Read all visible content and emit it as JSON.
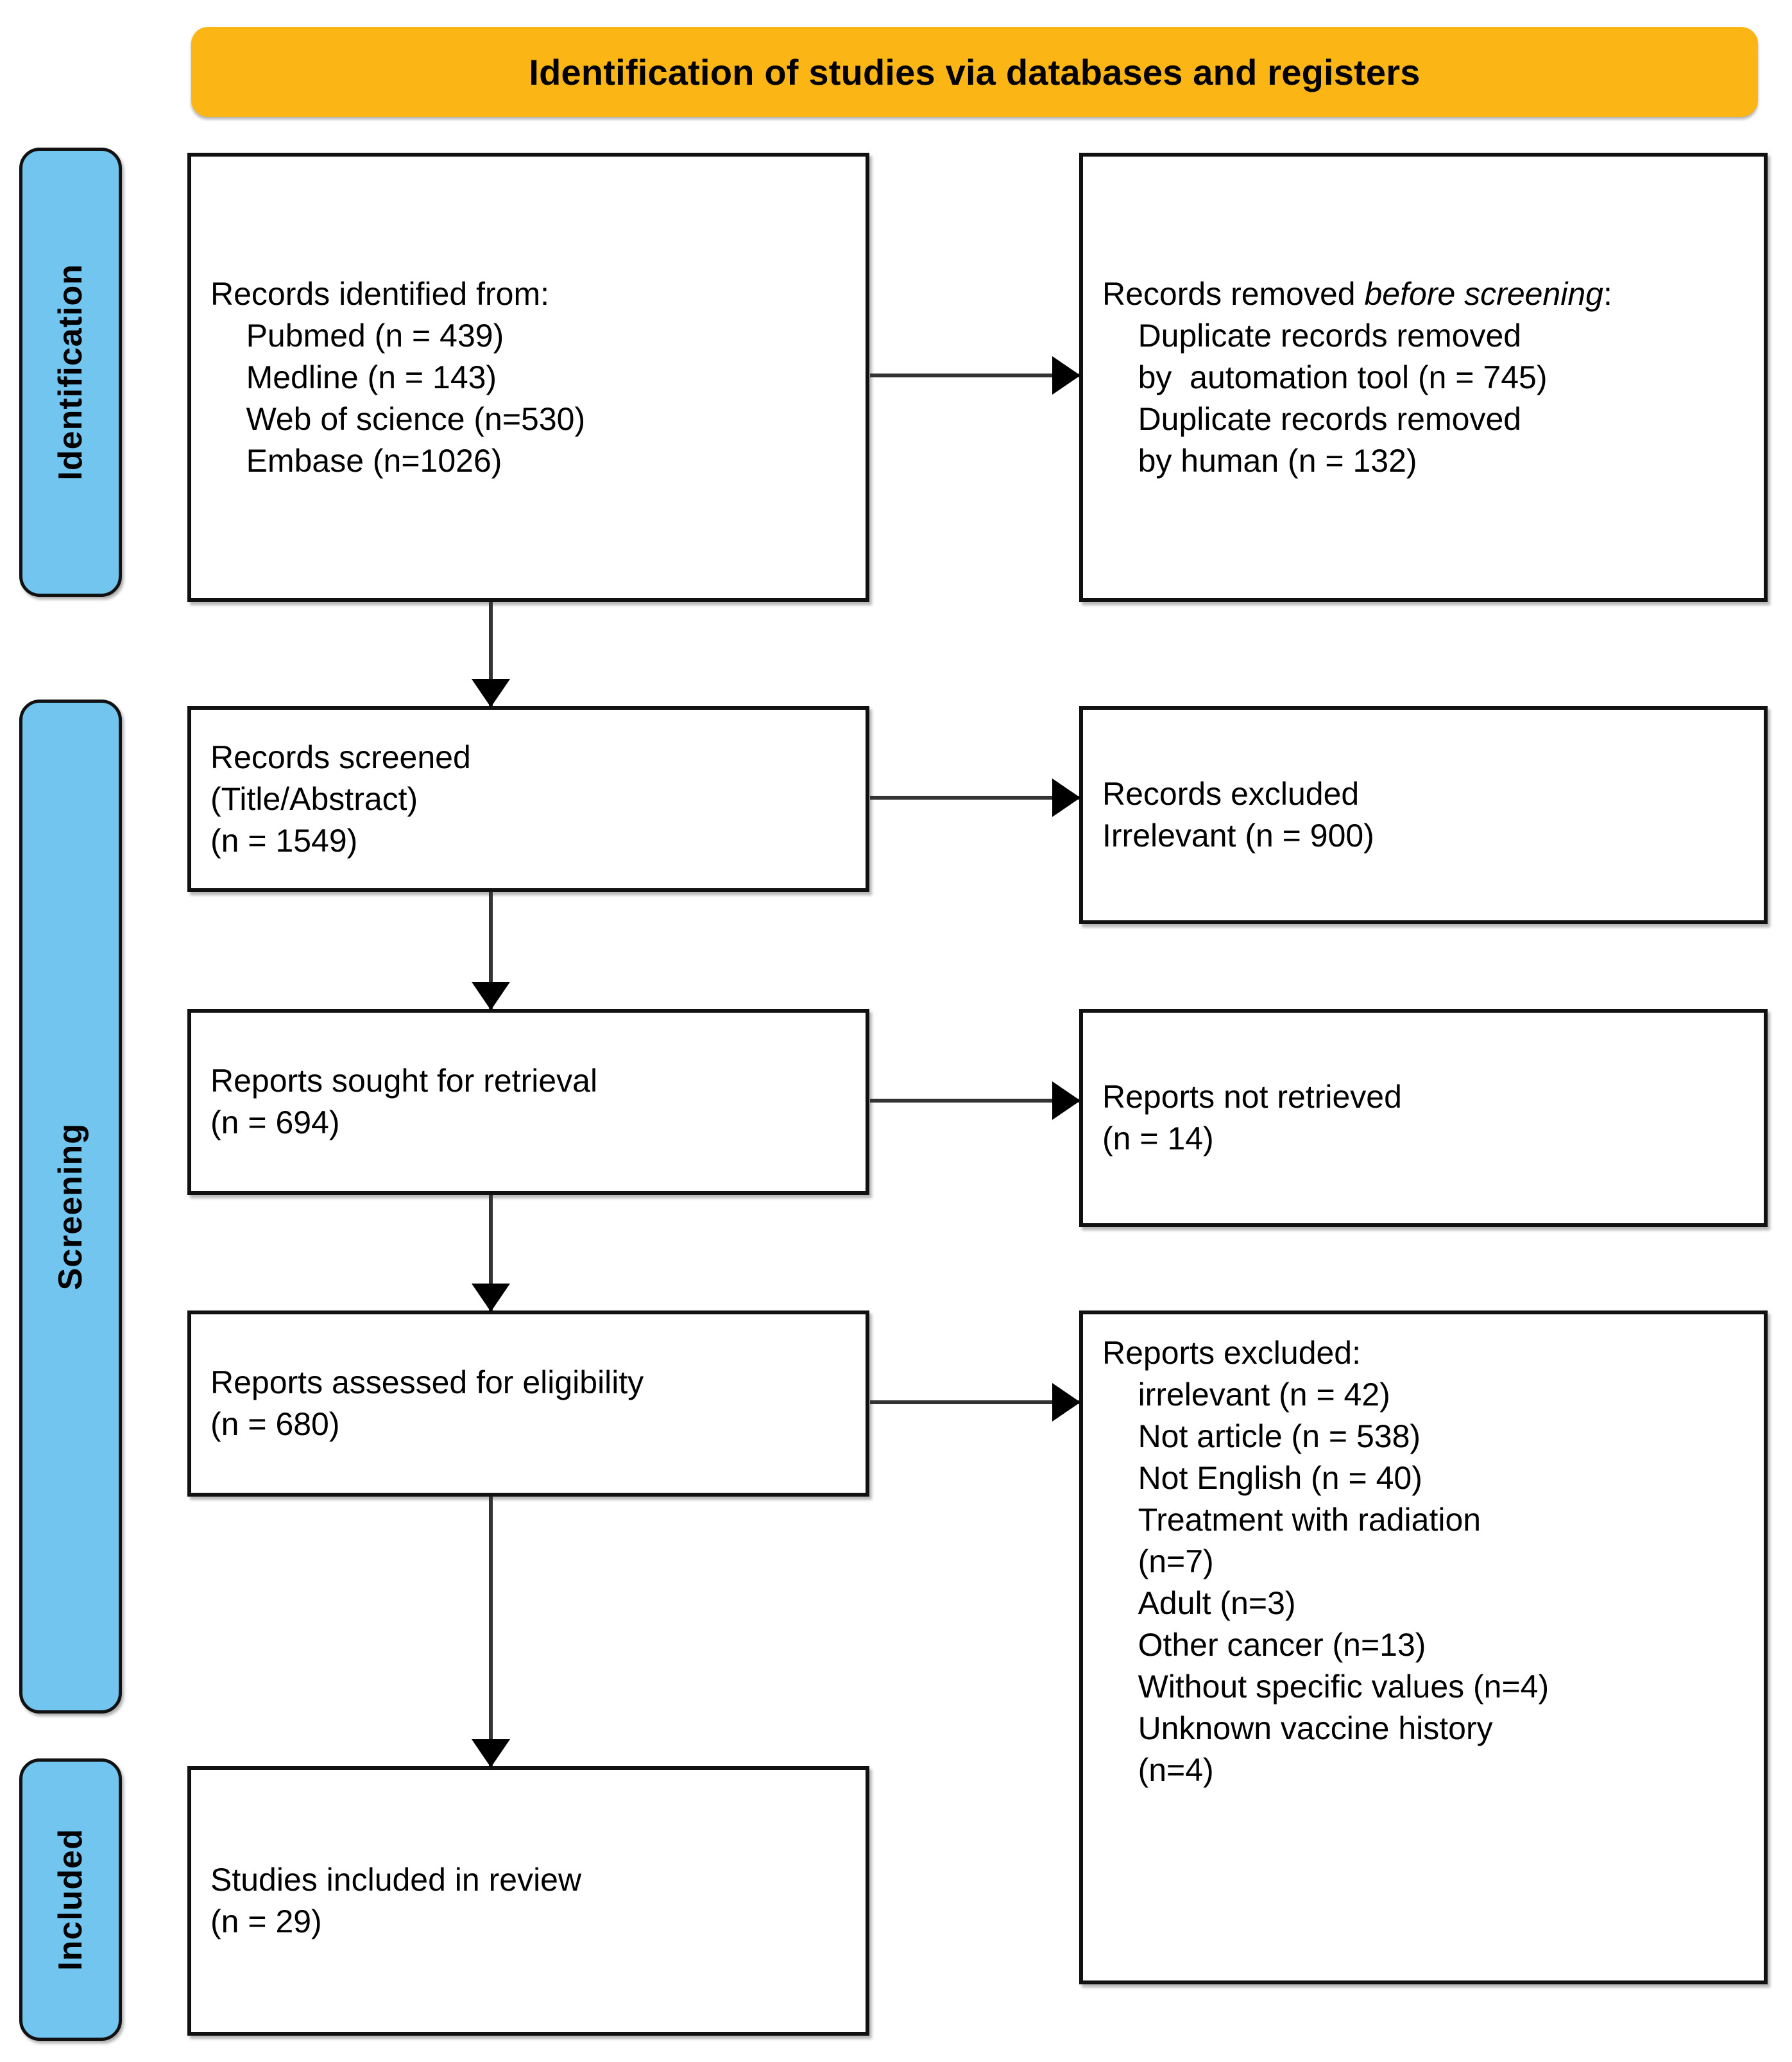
{
  "header": {
    "title": "Identification of studies via databases and registers"
  },
  "stages": [
    {
      "id": "identification",
      "label": "Identification"
    },
    {
      "id": "screening",
      "label": "Screening"
    },
    {
      "id": "included",
      "label": "Included"
    }
  ],
  "colors": {
    "banner": "#FBB615",
    "stage_fill": "#72C5EE",
    "box_border": "#111111",
    "box_fill": "#FFFFFF",
    "arrow": "#000000"
  },
  "boxes": {
    "identified": {
      "heading": "Records identified from:",
      "items": [
        "Pubmed (n = 439)",
        "Medline (n = 143)",
        "Web of science (n=530)",
        "Embase (n=1026)"
      ],
      "text": "Records identified from:\n    Pubmed (n = 439)\n    Medline (n = 143)\n    Web of science (n=530)\n    Embase (n=1026)"
    },
    "removed_before_screening": {
      "heading_pre": "Records removed ",
      "heading_italic": "before screening",
      "heading_post": ":",
      "items": [
        "Duplicate records removed by  automation tool (n = 745)",
        "Duplicate records removed by human (n = 132)"
      ],
      "body": "    Duplicate records removed\n    by  automation tool (n = 745)\n    Duplicate records removed\n    by human (n = 132)"
    },
    "records_screened": {
      "text": "Records screened\n(Title/Abstract)\n(n = 1549)",
      "label": "Records screened",
      "sublabel": "(Title/Abstract)",
      "count": "(n = 1549)"
    },
    "records_excluded": {
      "text": "Records excluded\nIrrelevant (n = 900)",
      "label": "Records excluded",
      "reason": "Irrelevant (n = 900)"
    },
    "reports_sought": {
      "text": "Reports sought for retrieval\n(n = 694)",
      "label": "Reports sought for retrieval",
      "count": "(n = 694)"
    },
    "reports_not_retrieved": {
      "text": "Reports not retrieved\n(n = 14)",
      "label": "Reports not retrieved",
      "count": "(n = 14)"
    },
    "reports_assessed": {
      "text": "Reports assessed for eligibility\n(n = 680)",
      "label": "Reports assessed for eligibility",
      "count": "(n = 680)"
    },
    "reports_excluded": {
      "heading": "Reports excluded:",
      "items": [
        "irrelevant (n = 42)",
        "Not article (n = 538)",
        "Not English (n = 40)",
        "Treatment with radiation (n=7)",
        "Adult (n=3)",
        "Other cancer (n=13)",
        "Without specific values (n=4)",
        "Unknown vaccine history (n=4)"
      ],
      "text": "Reports excluded:\n    irrelevant (n = 42)\n    Not article (n = 538)\n    Not English (n = 40)\n    Treatment with radiation\n    (n=7)\n    Adult (n=3)\n    Other cancer (n=13)\n    Without specific values (n=4)\n    Unknown vaccine history\n    (n=4)"
    },
    "studies_included": {
      "text": "Studies included in review\n(n = 29)",
      "label": "Studies included in review",
      "count": "(n = 29)"
    }
  },
  "flow": {
    "connectors": [
      {
        "from": "identified",
        "to": "records_screened",
        "direction": "down"
      },
      {
        "from": "identified",
        "to": "removed_before_screening",
        "direction": "right"
      },
      {
        "from": "records_screened",
        "to": "reports_sought",
        "direction": "down"
      },
      {
        "from": "records_screened",
        "to": "records_excluded",
        "direction": "right"
      },
      {
        "from": "reports_sought",
        "to": "reports_assessed",
        "direction": "down"
      },
      {
        "from": "reports_sought",
        "to": "reports_not_retrieved",
        "direction": "right"
      },
      {
        "from": "reports_assessed",
        "to": "studies_included",
        "direction": "down"
      },
      {
        "from": "reports_assessed",
        "to": "reports_excluded",
        "direction": "right"
      }
    ]
  }
}
